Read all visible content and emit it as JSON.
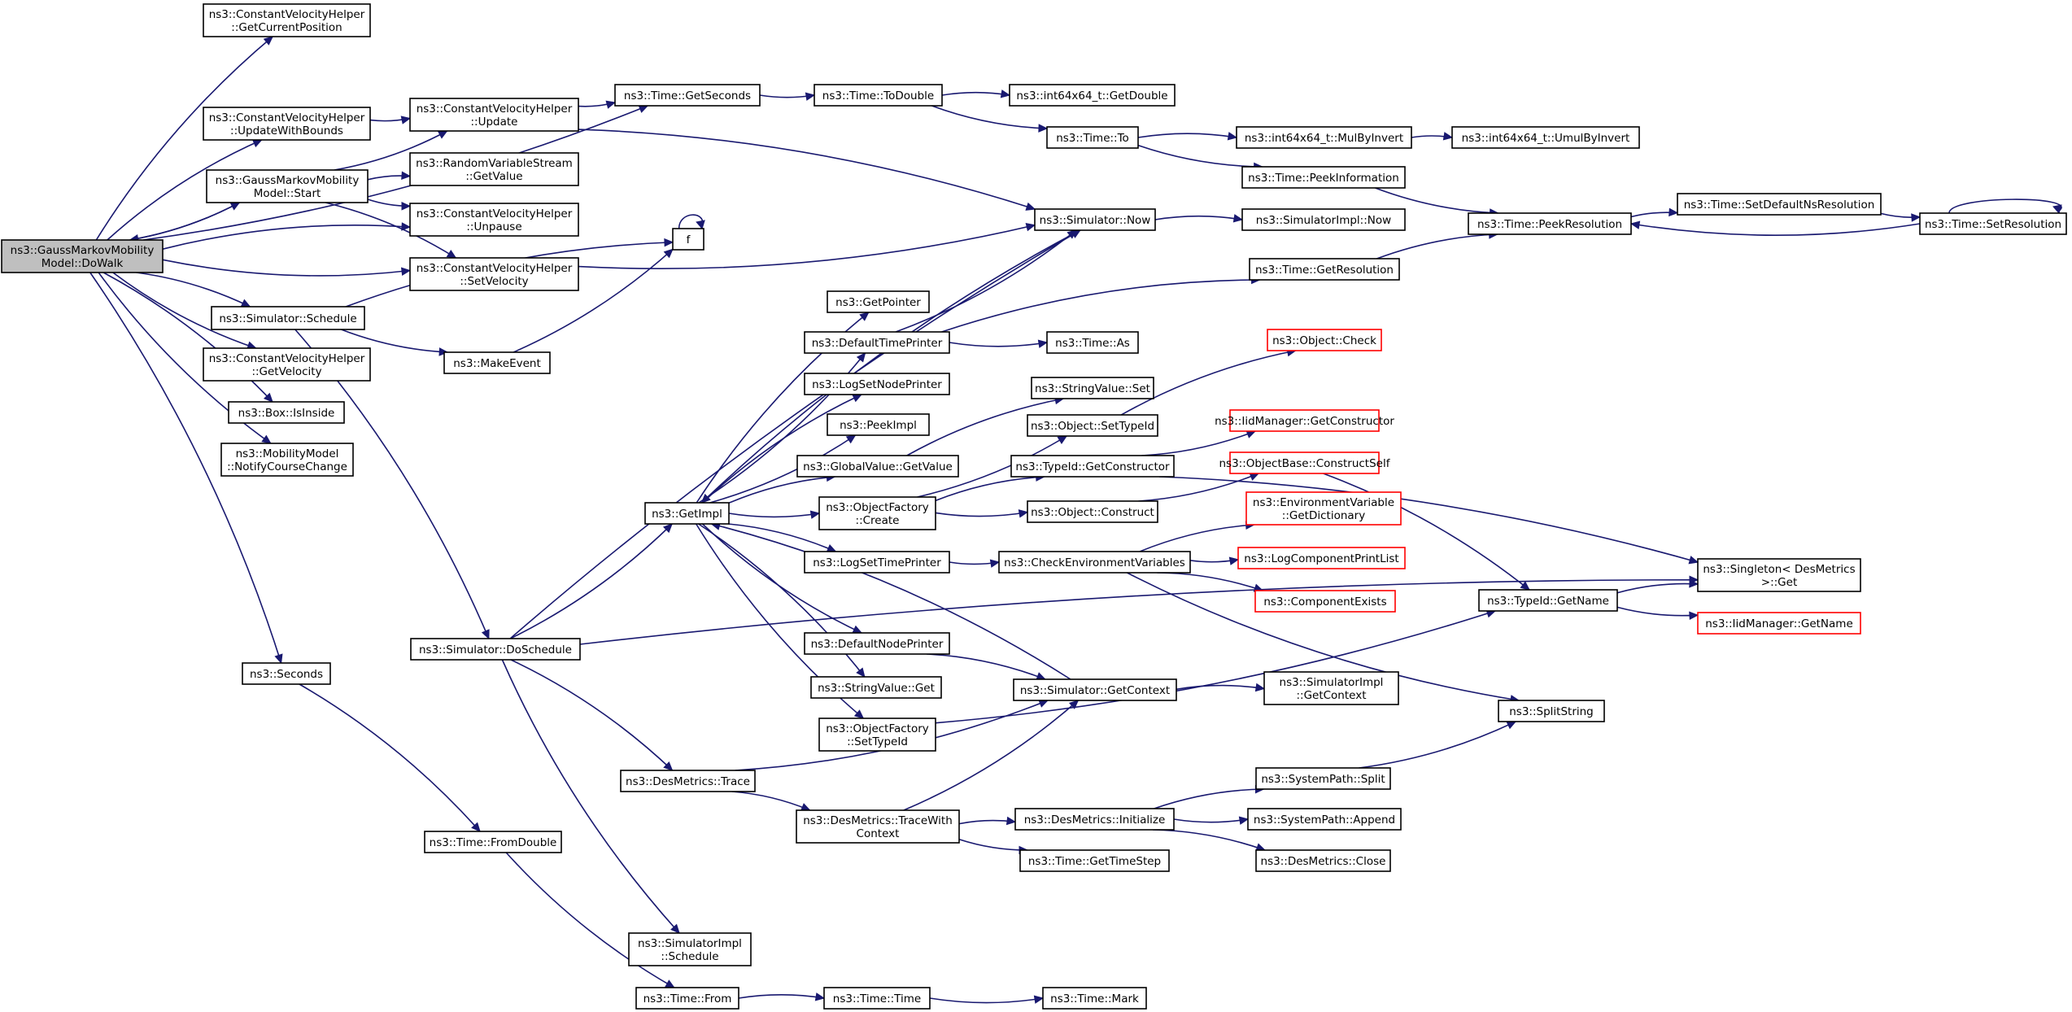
{
  "nodes": {
    "dowalk": {
      "lines": [
        "ns3::GaussMarkovMobility",
        "Model::DoWalk"
      ]
    },
    "getcurpos": {
      "lines": [
        "ns3::ConstantVelocityHelper",
        "::GetCurrentPosition"
      ]
    },
    "updbounds": {
      "lines": [
        "ns3::ConstantVelocityHelper",
        "::UpdateWithBounds"
      ]
    },
    "gmstart": {
      "lines": [
        "ns3::GaussMarkovMobility",
        "Model::Start"
      ]
    },
    "cvupdate": {
      "lines": [
        "ns3::ConstantVelocityHelper",
        "::Update"
      ]
    },
    "rvgetvalue": {
      "lines": [
        "ns3::RandomVariableStream",
        "::GetValue"
      ]
    },
    "cvunpause": {
      "lines": [
        "ns3::ConstantVelocityHelper",
        "::Unpause"
      ]
    },
    "cvsetvel": {
      "lines": [
        "ns3::ConstantVelocityHelper",
        "::SetVelocity"
      ]
    },
    "simschedule": {
      "lines": [
        "ns3::Simulator::Schedule"
      ]
    },
    "cvgetvel": {
      "lines": [
        "ns3::ConstantVelocityHelper",
        "::GetVelocity"
      ]
    },
    "boxinside": {
      "lines": [
        "ns3::Box::IsInside"
      ]
    },
    "notifycourse": {
      "lines": [
        "ns3::MobilityModel",
        "::NotifyCourseChange"
      ]
    },
    "seconds": {
      "lines": [
        "ns3::Seconds"
      ]
    },
    "getseconds": {
      "lines": [
        "ns3::Time::GetSeconds"
      ]
    },
    "todouble": {
      "lines": [
        "ns3::Time::ToDouble"
      ]
    },
    "getdouble": {
      "lines": [
        "ns3::int64x64_t::GetDouble"
      ]
    },
    "timeto": {
      "lines": [
        "ns3::Time::To"
      ]
    },
    "mulbyinv": {
      "lines": [
        "ns3::int64x64_t::MulByInvert"
      ]
    },
    "umulbyinv": {
      "lines": [
        "ns3::int64x64_t::UmulByInvert"
      ]
    },
    "peekinfo": {
      "lines": [
        "ns3::Time::PeekInformation"
      ]
    },
    "peekres": {
      "lines": [
        "ns3::Time::PeekResolution"
      ]
    },
    "setdefres": {
      "lines": [
        "ns3::Time::SetDefaultNsResolution"
      ]
    },
    "setres": {
      "lines": [
        "ns3::Time::SetResolution"
      ]
    },
    "simnow": {
      "lines": [
        "ns3::Simulator::Now"
      ]
    },
    "simimplnow": {
      "lines": [
        "ns3::SimulatorImpl::Now"
      ]
    },
    "f": {
      "lines": [
        "f"
      ]
    },
    "makeevent": {
      "lines": [
        "ns3::MakeEvent"
      ]
    },
    "getres": {
      "lines": [
        "ns3::Time::GetResolution"
      ]
    },
    "getpointer": {
      "lines": [
        "ns3::GetPointer"
      ]
    },
    "deftimeprinter": {
      "lines": [
        "ns3::DefaultTimePrinter"
      ]
    },
    "timeas": {
      "lines": [
        "ns3::Time::As"
      ]
    },
    "objcheck": {
      "lines": [
        "ns3::Object::Check"
      ]
    },
    "logsetnode": {
      "lines": [
        "ns3::LogSetNodePrinter"
      ]
    },
    "strvalset": {
      "lines": [
        "ns3::StringValue::Set"
      ]
    },
    "peekimpl": {
      "lines": [
        "ns3::PeekImpl"
      ]
    },
    "objsettypeid": {
      "lines": [
        "ns3::Object::SetTypeId"
      ]
    },
    "iidgetctor": {
      "lines": [
        "ns3::IidManager::GetConstructor"
      ]
    },
    "globalgetvalue": {
      "lines": [
        "ns3::GlobalValue::GetValue"
      ]
    },
    "typeidgetctor": {
      "lines": [
        "ns3::TypeId::GetConstructor"
      ]
    },
    "constructself": {
      "lines": [
        "ns3::ObjectBase::ConstructSelf"
      ]
    },
    "getimpl": {
      "lines": [
        "ns3::GetImpl"
      ]
    },
    "ofcreate": {
      "lines": [
        "ns3::ObjectFactory",
        "::Create"
      ]
    },
    "objconstruct": {
      "lines": [
        "ns3::Object::Construct"
      ]
    },
    "envgetdict": {
      "lines": [
        "ns3::EnvironmentVariable",
        "::GetDictionary"
      ]
    },
    "logsettime": {
      "lines": [
        "ns3::LogSetTimePrinter"
      ]
    },
    "checkenv": {
      "lines": [
        "ns3::CheckEnvironmentVariables"
      ]
    },
    "logcompprint": {
      "lines": [
        "ns3::LogComponentPrintList"
      ]
    },
    "singletonget": {
      "lines": [
        "ns3::Singleton< DesMetrics",
        " >::Get"
      ]
    },
    "compexists": {
      "lines": [
        "ns3::ComponentExists"
      ]
    },
    "typeidgetname": {
      "lines": [
        "ns3::TypeId::GetName"
      ]
    },
    "iidgetname": {
      "lines": [
        "ns3::IidManager::GetName"
      ]
    },
    "simdoschedule": {
      "lines": [
        "ns3::Simulator::DoSchedule"
      ]
    },
    "defnodeprinter": {
      "lines": [
        "ns3::DefaultNodePrinter"
      ]
    },
    "strvalget": {
      "lines": [
        "ns3::StringValue::Get"
      ]
    },
    "simgetctx": {
      "lines": [
        "ns3::Simulator::GetContext"
      ]
    },
    "simimplgetctx": {
      "lines": [
        "ns3::SimulatorImpl",
        "::GetContext"
      ]
    },
    "splitstring": {
      "lines": [
        "ns3::SplitString"
      ]
    },
    "ofsettypeid": {
      "lines": [
        "ns3::ObjectFactory",
        "::SetTypeId"
      ]
    },
    "dmtrace": {
      "lines": [
        "ns3::DesMetrics::Trace"
      ]
    },
    "syspathsplit": {
      "lines": [
        "ns3::SystemPath::Split"
      ]
    },
    "dmtracectx": {
      "lines": [
        "ns3::DesMetrics::TraceWith",
        "Context"
      ]
    },
    "dminit": {
      "lines": [
        "ns3::DesMetrics::Initialize"
      ]
    },
    "syspathappend": {
      "lines": [
        "ns3::SystemPath::Append"
      ]
    },
    "fromdouble": {
      "lines": [
        "ns3::Time::FromDouble"
      ]
    },
    "gettimestep": {
      "lines": [
        "ns3::Time::GetTimeStep"
      ]
    },
    "dmclose": {
      "lines": [
        "ns3::DesMetrics::Close"
      ]
    },
    "simimplsched": {
      "lines": [
        "ns3::SimulatorImpl",
        "::Schedule"
      ]
    },
    "timefrom": {
      "lines": [
        "ns3::Time::From"
      ]
    },
    "timetime": {
      "lines": [
        "ns3::Time::Time"
      ]
    },
    "timemark": {
      "lines": [
        "ns3::Time::Mark"
      ]
    }
  },
  "colors": {
    "edge": "#191970",
    "root_fill": "#bfbfbf",
    "truncated_border": "#ff0000",
    "border": "#000000"
  },
  "edges": [
    [
      "dowalk",
      "getcurpos"
    ],
    [
      "dowalk",
      "getseconds"
    ],
    [
      "dowalk",
      "updbounds"
    ],
    [
      "dowalk",
      "gmstart"
    ],
    [
      "dowalk",
      "cvunpause"
    ],
    [
      "dowalk",
      "cvsetvel"
    ],
    [
      "dowalk",
      "simschedule"
    ],
    [
      "dowalk",
      "cvgetvel"
    ],
    [
      "dowalk",
      "boxinside"
    ],
    [
      "dowalk",
      "notifycourse"
    ],
    [
      "dowalk",
      "seconds"
    ],
    [
      "updbounds",
      "cvupdate"
    ],
    [
      "gmstart",
      "dowalk"
    ],
    [
      "gmstart",
      "cvupdate"
    ],
    [
      "gmstart",
      "rvgetvalue"
    ],
    [
      "gmstart",
      "cvunpause"
    ],
    [
      "gmstart",
      "cvsetvel"
    ],
    [
      "cvupdate",
      "getseconds"
    ],
    [
      "cvupdate",
      "simnow"
    ],
    [
      "cvsetvel",
      "simnow"
    ],
    [
      "simschedule",
      "f"
    ],
    [
      "simschedule",
      "makeevent"
    ],
    [
      "simschedule",
      "simdoschedule"
    ],
    [
      "makeevent",
      "f"
    ],
    [
      "f",
      "f"
    ],
    [
      "getseconds",
      "todouble"
    ],
    [
      "todouble",
      "getdouble"
    ],
    [
      "todouble",
      "timeto"
    ],
    [
      "timeto",
      "mulbyinv"
    ],
    [
      "timeto",
      "peekinfo"
    ],
    [
      "mulbyinv",
      "umulbyinv"
    ],
    [
      "peekinfo",
      "peekres"
    ],
    [
      "peekres",
      "setdefres"
    ],
    [
      "setdefres",
      "setres"
    ],
    [
      "setres",
      "peekres"
    ],
    [
      "setres",
      "setres"
    ],
    [
      "simnow",
      "simimplnow"
    ],
    [
      "simnow",
      "getimpl"
    ],
    [
      "getres",
      "peekres"
    ],
    [
      "deftimeprinter",
      "simnow"
    ],
    [
      "deftimeprinter",
      "getres"
    ],
    [
      "deftimeprinter",
      "timeas"
    ],
    [
      "getimpl",
      "getpointer"
    ],
    [
      "getimpl",
      "deftimeprinter"
    ],
    [
      "getimpl",
      "logsetnode"
    ],
    [
      "getimpl",
      "peekimpl"
    ],
    [
      "getimpl",
      "globalgetvalue"
    ],
    [
      "getimpl",
      "ofcreate"
    ],
    [
      "getimpl",
      "logsettime"
    ],
    [
      "getimpl",
      "defnodeprinter"
    ],
    [
      "getimpl",
      "strvalget"
    ],
    [
      "getimpl",
      "ofsettypeid"
    ],
    [
      "globalgetvalue",
      "strvalset"
    ],
    [
      "ofcreate",
      "objsettypeid"
    ],
    [
      "ofcreate",
      "typeidgetctor"
    ],
    [
      "ofcreate",
      "objconstruct"
    ],
    [
      "objsettypeid",
      "objcheck"
    ],
    [
      "typeidgetctor",
      "iidgetctor"
    ],
    [
      "typeidgetctor",
      "singletonget"
    ],
    [
      "objconstruct",
      "constructself"
    ],
    [
      "constructself",
      "typeidgetname"
    ],
    [
      "logsettime",
      "checkenv"
    ],
    [
      "checkenv",
      "envgetdict"
    ],
    [
      "checkenv",
      "logcompprint"
    ],
    [
      "checkenv",
      "compexists"
    ],
    [
      "checkenv",
      "splitstring"
    ],
    [
      "typeidgetname",
      "singletonget"
    ],
    [
      "typeidgetname",
      "iidgetname"
    ],
    [
      "defnodeprinter",
      "simgetctx"
    ],
    [
      "simgetctx",
      "getimpl"
    ],
    [
      "simgetctx",
      "simimplgetctx"
    ],
    [
      "ofsettypeid",
      "typeidgetname"
    ],
    [
      "simdoschedule",
      "simnow"
    ],
    [
      "simdoschedule",
      "getimpl"
    ],
    [
      "simdoschedule",
      "dmtrace"
    ],
    [
      "simdoschedule",
      "simimplsched"
    ],
    [
      "simdoschedule",
      "singletonget"
    ],
    [
      "dmtrace",
      "simgetctx"
    ],
    [
      "dmtrace",
      "dmtracectx"
    ],
    [
      "dmtracectx",
      "simgetctx"
    ],
    [
      "dmtracectx",
      "dminit"
    ],
    [
      "dmtracectx",
      "gettimestep"
    ],
    [
      "dminit",
      "syspathsplit"
    ],
    [
      "dminit",
      "syspathappend"
    ],
    [
      "dminit",
      "dmclose"
    ],
    [
      "syspathsplit",
      "splitstring"
    ],
    [
      "seconds",
      "fromdouble"
    ],
    [
      "fromdouble",
      "timefrom"
    ],
    [
      "timefrom",
      "timetime"
    ],
    [
      "timetime",
      "timemark"
    ]
  ]
}
